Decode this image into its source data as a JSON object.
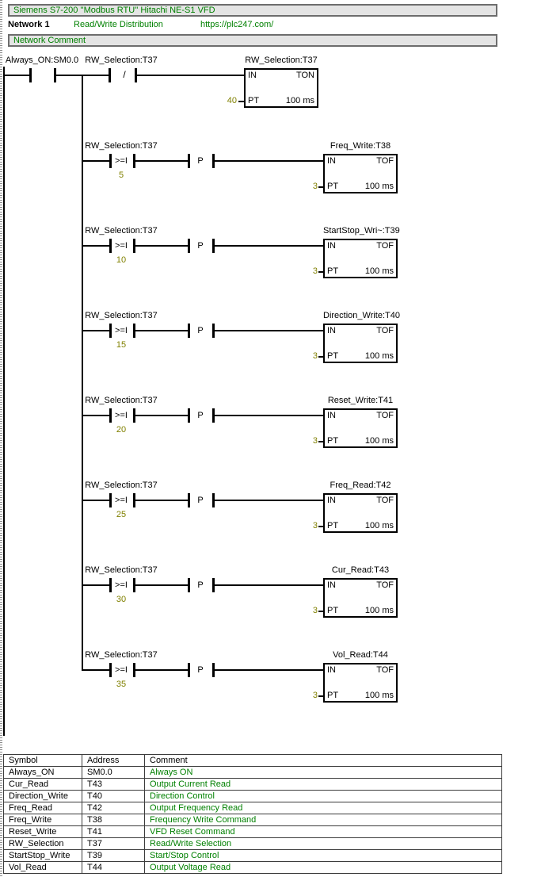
{
  "colors": {
    "green": "#008000",
    "olive": "#808000",
    "bar_bg": "#e4e4e4",
    "bar_border": "#6d6d6d"
  },
  "header": {
    "program_title": "Siemens S7-200 ''Modbus RTU'' Hitachi NE-S1 VFD",
    "network_label": "Network 1",
    "network_title": "Read/Write Distribution",
    "network_url": "https://plc247.com/",
    "comment_bar": "Network Comment"
  },
  "ladder": {
    "rung1": {
      "contact1_label": "Always_ON:SM0.0",
      "contact2_label": "RW_Selection:T37",
      "nc_symbol": "/",
      "timer": {
        "label": "RW_Selection:T37",
        "in": "IN",
        "type": "TON",
        "pt": "PT",
        "preset": "40",
        "time_base": "100 ms"
      }
    },
    "compare_rungs": [
      {
        "contact_label": "RW_Selection:T37",
        "operator": ">=I",
        "value": "5",
        "edge": "P",
        "timer": {
          "label": "Freq_Write:T38",
          "in": "IN",
          "type": "TOF",
          "pt": "PT",
          "preset": "3",
          "time_base": "100 ms"
        }
      },
      {
        "contact_label": "RW_Selection:T37",
        "operator": ">=I",
        "value": "10",
        "edge": "P",
        "timer": {
          "label": "StartStop_Wri~:T39",
          "in": "IN",
          "type": "TOF",
          "pt": "PT",
          "preset": "3",
          "time_base": "100 ms"
        }
      },
      {
        "contact_label": "RW_Selection:T37",
        "operator": ">=I",
        "value": "15",
        "edge": "P",
        "timer": {
          "label": "Direction_Write:T40",
          "in": "IN",
          "type": "TOF",
          "pt": "PT",
          "preset": "3",
          "time_base": "100 ms"
        }
      },
      {
        "contact_label": "RW_Selection:T37",
        "operator": ">=I",
        "value": "20",
        "edge": "P",
        "timer": {
          "label": "Reset_Write:T41",
          "in": "IN",
          "type": "TOF",
          "pt": "PT",
          "preset": "3",
          "time_base": "100 ms"
        }
      },
      {
        "contact_label": "RW_Selection:T37",
        "operator": ">=I",
        "value": "25",
        "edge": "P",
        "timer": {
          "label": "Freq_Read:T42",
          "in": "IN",
          "type": "TOF",
          "pt": "PT",
          "preset": "3",
          "time_base": "100 ms"
        }
      },
      {
        "contact_label": "RW_Selection:T37",
        "operator": ">=I",
        "value": "30",
        "edge": "P",
        "timer": {
          "label": "Cur_Read:T43",
          "in": "IN",
          "type": "TOF",
          "pt": "PT",
          "preset": "3",
          "time_base": "100 ms"
        }
      },
      {
        "contact_label": "RW_Selection:T37",
        "operator": ">=I",
        "value": "35",
        "edge": "P",
        "timer": {
          "label": "Vol_Read:T44",
          "in": "IN",
          "type": "TOF",
          "pt": "PT",
          "preset": "3",
          "time_base": "100 ms"
        }
      }
    ]
  },
  "symbol_table": {
    "headers": [
      "Symbol",
      "Address",
      "Comment"
    ],
    "rows": [
      {
        "symbol": "Always_ON",
        "address": "SM0.0",
        "comment": "Always ON"
      },
      {
        "symbol": "Cur_Read",
        "address": "T43",
        "comment": "Output Current Read"
      },
      {
        "symbol": "Direction_Write",
        "address": "T40",
        "comment": "Direction Control"
      },
      {
        "symbol": "Freq_Read",
        "address": "T42",
        "comment": "Output Frequency Read"
      },
      {
        "symbol": "Freq_Write",
        "address": "T38",
        "comment": "Frequency Write Command"
      },
      {
        "symbol": "Reset_Write",
        "address": "T41",
        "comment": "VFD Reset Command"
      },
      {
        "symbol": "RW_Selection",
        "address": "T37",
        "comment": "Read/Write Selection"
      },
      {
        "symbol": "StartStop_Write",
        "address": "T39",
        "comment": "Start/Stop Control"
      },
      {
        "symbol": "Vol_Read",
        "address": "T44",
        "comment": "Output Voltage Read"
      }
    ]
  }
}
